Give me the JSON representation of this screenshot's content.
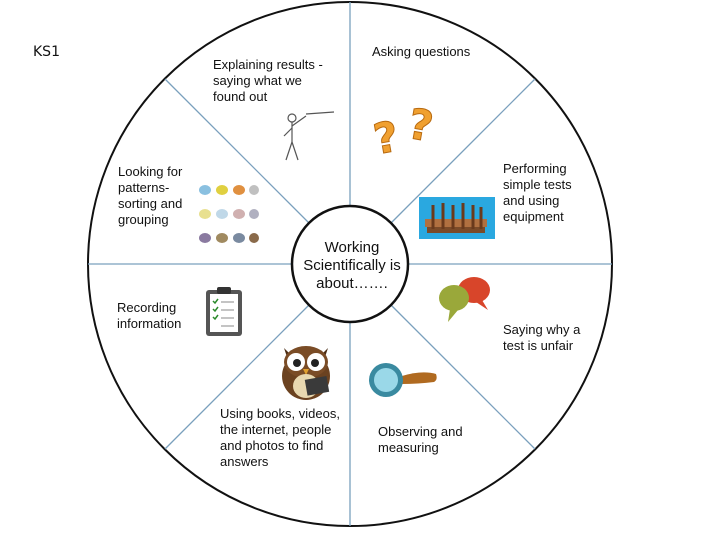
{
  "corner_label": "KS1",
  "center": {
    "text": "Working Scientifically is about……."
  },
  "segments": [
    {
      "id": "asking",
      "text": "Asking questions",
      "icon": "question-marks-icon"
    },
    {
      "id": "performing",
      "text": "Performing simple tests and using equipment",
      "icon": "test-tube-rack-icon"
    },
    {
      "id": "unfair",
      "text": "Saying why a test is unfair",
      "icon": "speech-bubbles-icon"
    },
    {
      "id": "observing",
      "text": "Observing and measuring",
      "icon": "magnifying-glass-icon"
    },
    {
      "id": "books",
      "text": "Using books, videos, the internet, people and photos to find answers",
      "icon": "owl-reading-icon"
    },
    {
      "id": "recording",
      "text": "Recording information",
      "icon": "clipboard-icon"
    },
    {
      "id": "patterns",
      "text": "Looking for patterns- sorting and grouping",
      "icon": "birds-grid-icon"
    },
    {
      "id": "explaining",
      "text": "Explaining results - saying what we found out",
      "icon": "presenter-icon"
    }
  ],
  "colors": {
    "outline": "#111111",
    "divider": "#7aa0bd",
    "question": "#f0a030"
  }
}
